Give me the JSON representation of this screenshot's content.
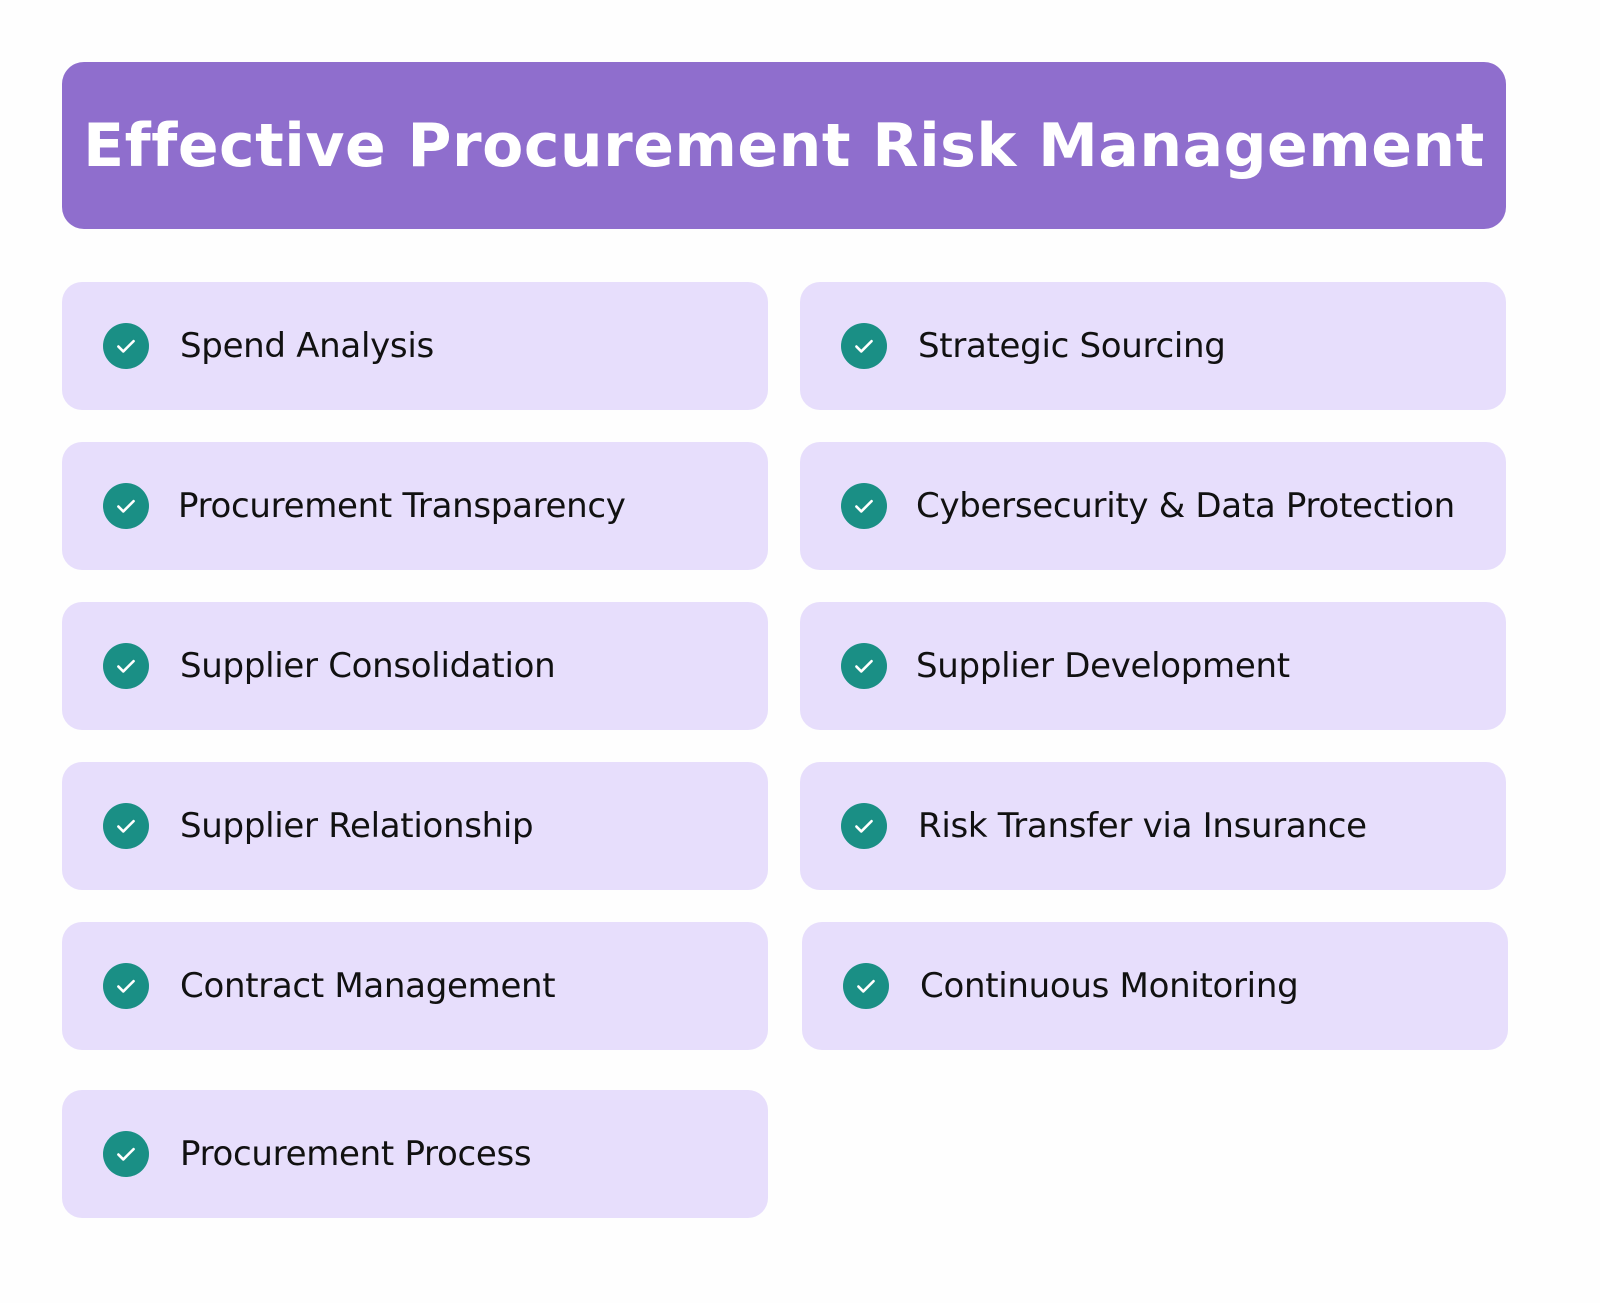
{
  "title": "Effective Procurement Risk Management",
  "colors": {
    "header_bg": "#8f6ecd",
    "card_bg": "#e7defc",
    "check_bg": "#1a8f85",
    "text": "#111111"
  },
  "items": [
    {
      "label": "Spend Analysis",
      "column": "left",
      "row": 1
    },
    {
      "label": "Strategic Sourcing",
      "column": "right",
      "row": 1
    },
    {
      "label": "Procurement Transparency",
      "column": "left",
      "row": 2
    },
    {
      "label": "Cybersecurity & Data Protection",
      "column": "right",
      "row": 2
    },
    {
      "label": "Supplier Consolidation",
      "column": "left",
      "row": 3
    },
    {
      "label": "Supplier Development",
      "column": "right",
      "row": 3
    },
    {
      "label": "Supplier Relationship",
      "column": "left",
      "row": 4
    },
    {
      "label": "Risk Transfer via Insurance",
      "column": "right",
      "row": 4
    },
    {
      "label": "Contract Management",
      "column": "left",
      "row": 5
    },
    {
      "label": "Continuous Monitoring",
      "column": "right",
      "row": 5
    },
    {
      "label": "Procurement Process",
      "column": "left",
      "row": 6
    }
  ],
  "icon": "check-circle-icon"
}
